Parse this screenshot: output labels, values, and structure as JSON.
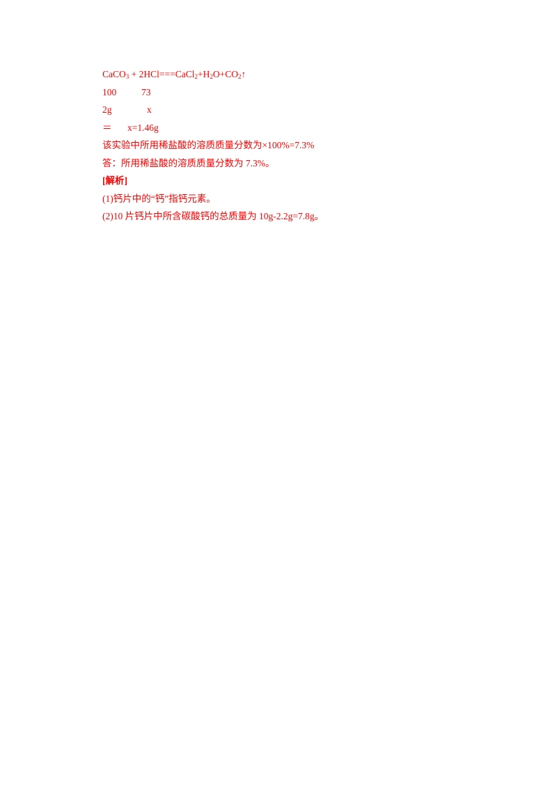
{
  "equation": {
    "reactant1": "CaCO",
    "reactant1_sub": "3",
    "plus1": " + 2HCl",
    "equals": "===",
    "product1": "CaCl",
    "product1_sub": "2",
    "plus2": "+H",
    "product2_sub": "2",
    "product2_rest": "O+CO",
    "product3_sub": "2",
    "arrow": "↑"
  },
  "ratio_line": {
    "left": "100",
    "right": "73"
  },
  "mass_line": {
    "left": "2g",
    "right": "x"
  },
  "result_line": {
    "left": "＝",
    "right": "x=1.46g"
  },
  "concentration_line": "该实验中所用稀盐酸的溶质质量分数为×100%=7.3%",
  "answer_line": "答：所用稀盐酸的溶质质量分数为 7.3%。",
  "analysis_heading": "[解析]",
  "analysis_items": [
    "(1)钙片中的“钙”指钙元素。",
    "(2)10 片钙片中所含碳酸钙的总质量为 10g-2.2g=7.8g。"
  ]
}
